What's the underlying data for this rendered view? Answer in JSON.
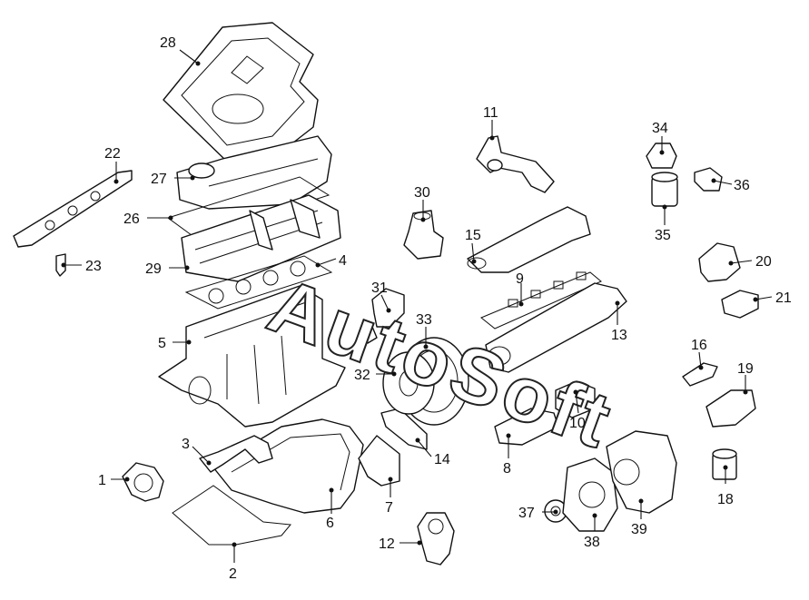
{
  "watermark": "AutoSoft",
  "callouts": [
    "1",
    "2",
    "3",
    "4",
    "5",
    "6",
    "7",
    "8",
    "9",
    "10",
    "11",
    "12",
    "13",
    "14",
    "15",
    "16",
    "18",
    "19",
    "20",
    "21",
    "22",
    "23",
    "26",
    "27",
    "28",
    "29",
    "30",
    "31",
    "32",
    "33",
    "34",
    "35",
    "36",
    "37",
    "38",
    "39"
  ]
}
